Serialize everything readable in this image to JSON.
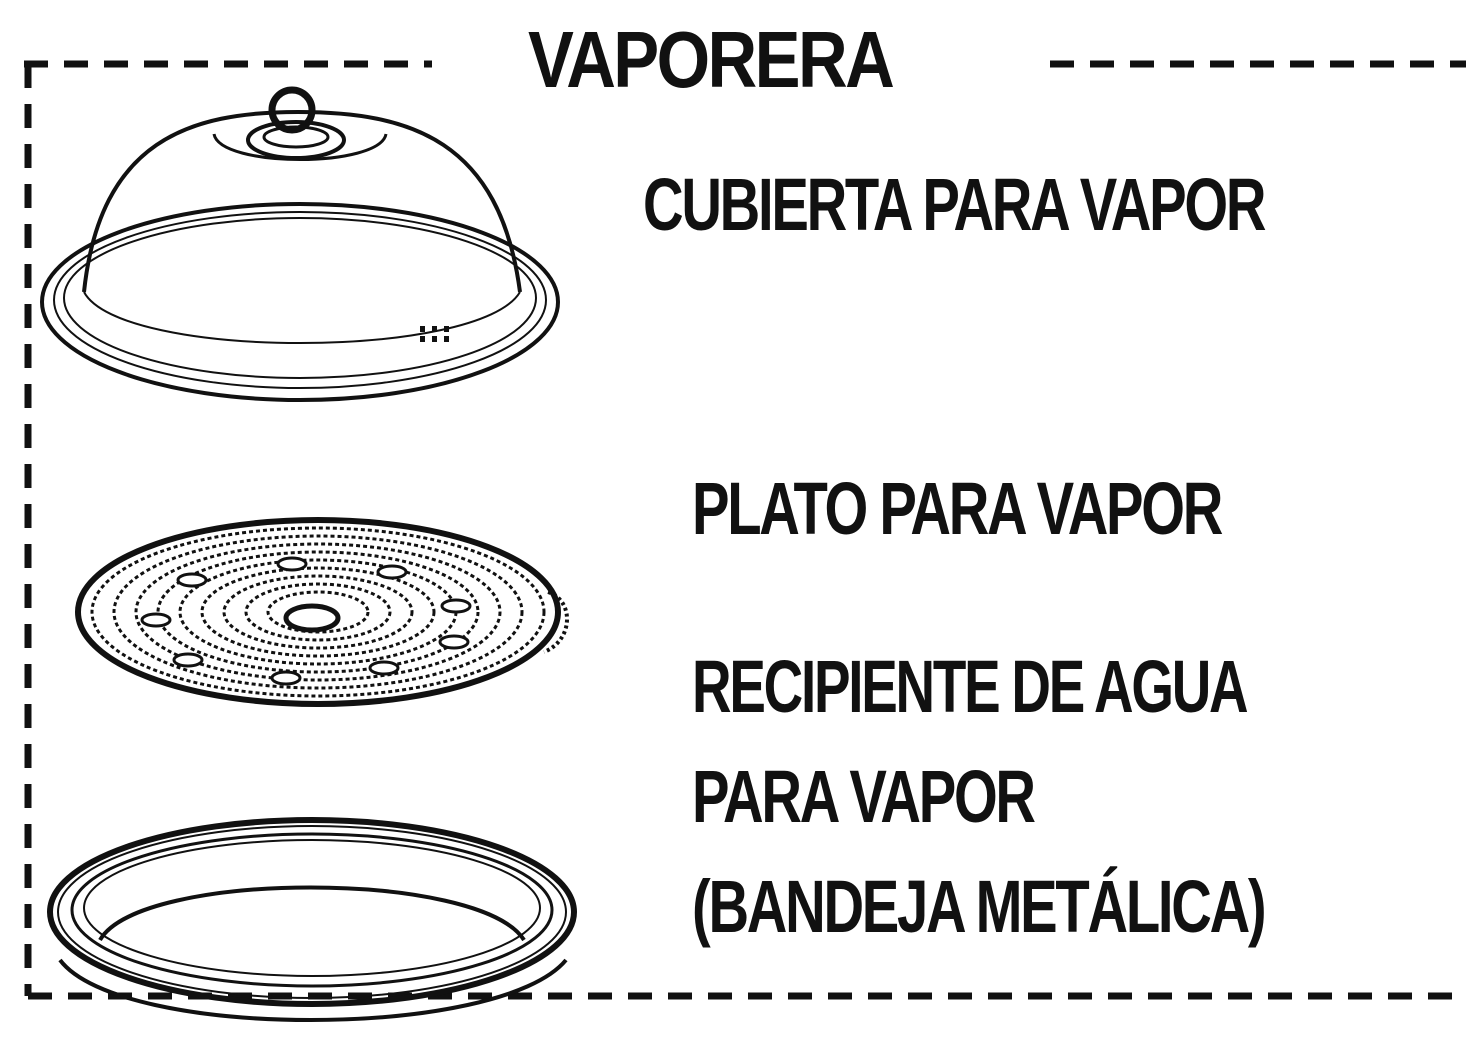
{
  "diagram": {
    "title": "VAPORERA",
    "parts": [
      {
        "id": "cover",
        "label": "CUBIERTA PARA VAPOR"
      },
      {
        "id": "plate",
        "label": "PLATO PARA VAPOR"
      },
      {
        "id": "basin",
        "label_lines": [
          "RECIPIENTE DE AGUA",
          "PARA VAPOR",
          "(BANDEJA METÁLICA)"
        ]
      }
    ],
    "line_color": "#111111",
    "background": "#ffffff"
  }
}
